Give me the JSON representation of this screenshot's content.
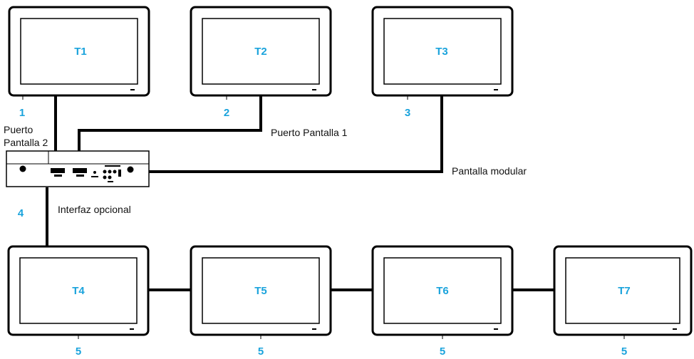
{
  "monitors": [
    {
      "label": "T1",
      "callout": "1"
    },
    {
      "label": "T2",
      "callout": "2"
    },
    {
      "label": "T3",
      "callout": "3"
    },
    {
      "label": "T4",
      "callout": "5"
    },
    {
      "label": "T5",
      "callout": "5"
    },
    {
      "label": "T6",
      "callout": "5"
    },
    {
      "label": "T7",
      "callout": "5"
    }
  ],
  "box": {
    "callout": "4"
  },
  "labels": {
    "port2_line1": "Puerto",
    "port2_line2": "Pantalla 2",
    "port1": "Puerto Pantalla 1",
    "modular": "Pantalla modular",
    "optional": "Interfaz opcional"
  },
  "colors": {
    "accent": "#1aa3dc",
    "line": "#000000"
  }
}
